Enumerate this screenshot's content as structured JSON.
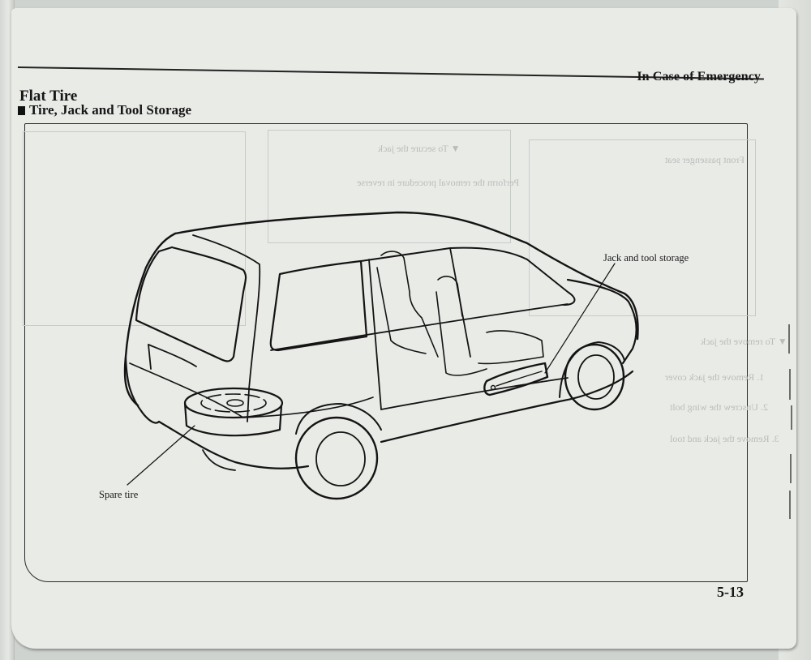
{
  "page": {
    "running_head": "In Case of Emergency",
    "section_title": "Flat Tire",
    "subsection_title": "Tire, Jack and Tool Storage",
    "page_number": "5-13"
  },
  "figure": {
    "description": "Line drawing of a minivan, rear three-quarter view, with interior partially visible",
    "callouts": [
      {
        "label": "Jack and tool storage"
      },
      {
        "label": "Spare tire"
      }
    ]
  },
  "bleed_through": {
    "lines": [
      "▼ To secure the jack",
      "Perform the removal procedure in reverse",
      "▼ To remove the jack",
      "1. Remove the jack cover",
      "2. Unscrew the wing bolt",
      "3. Remove the jack and tool",
      "Front passenger seat"
    ]
  },
  "icons": {
    "section_bullet": "filled-square"
  },
  "colors": {
    "paper": "#e9ebe7",
    "ink": "#161616",
    "bleed_ink": "#b9bdb9"
  }
}
